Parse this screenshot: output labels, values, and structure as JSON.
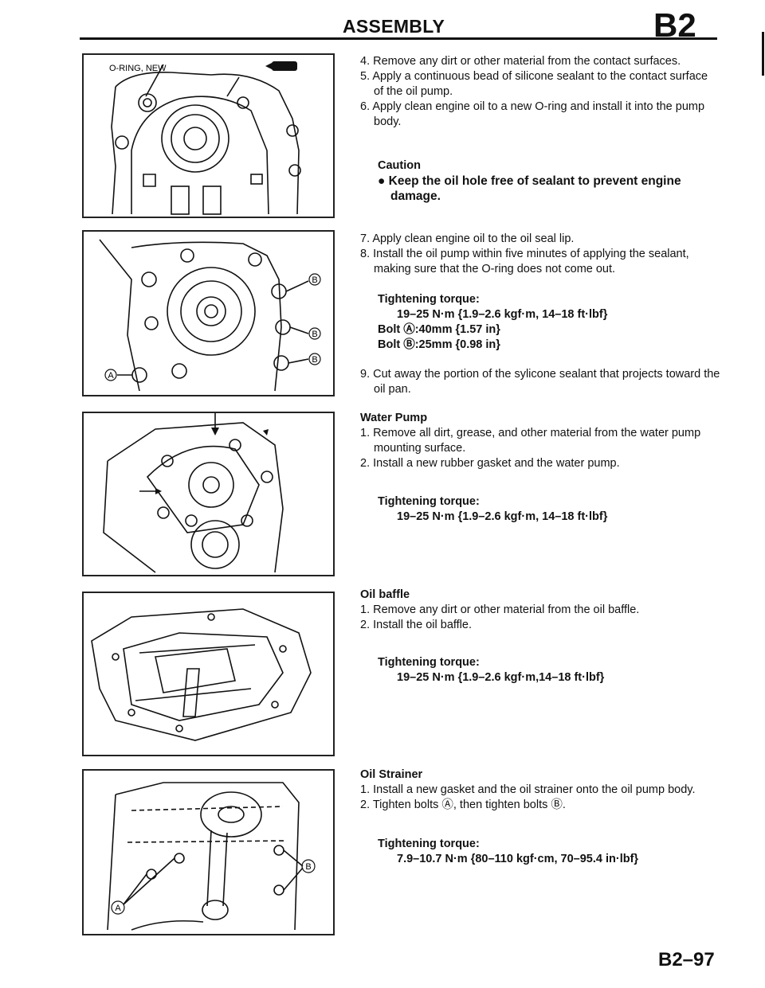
{
  "header": {
    "title": "ASSEMBLY",
    "code": "B2"
  },
  "figures": {
    "fig1": {
      "label": "O-RING, NEW"
    },
    "fig2": {
      "callouts": [
        "A",
        "B"
      ]
    },
    "fig5": {
      "callouts": [
        "A",
        "B"
      ]
    }
  },
  "oil_pump": {
    "steps": [
      "4. Remove any dirt or other material from the contact surfaces.",
      "5. Apply a continuous bead of silicone sealant to the contact surface of the oil pump.",
      "6. Apply clean engine oil to a new O-ring and install it into the pump body."
    ],
    "caution_heading": "Caution",
    "caution_text": "Keep the oil hole free of sealant to prevent engine damage.",
    "steps2": [
      "7. Apply clean engine oil to the oil seal lip.",
      "8. Install the oil pump within five minutes of applying the sealant, making sure that the O-ring does not come out."
    ],
    "torque_heading": "Tightening torque:",
    "torque_value": "19–25 N·m {1.9–2.6 kgf·m, 14–18 ft·lbf}",
    "bolt_a": "Bolt Ⓐ:40mm {1.57 in}",
    "bolt_b": "Bolt Ⓑ:25mm {0.98 in}",
    "step9": "9. Cut away the portion of the sylicone sealant that projects toward the oil pan."
  },
  "water_pump": {
    "heading": "Water Pump",
    "steps": [
      "1. Remove all dirt, grease, and other material from the water pump mounting surface.",
      "2. Install a new rubber gasket and the water pump."
    ],
    "torque_heading": "Tightening torque:",
    "torque_value": "19–25 N·m {1.9–2.6 kgf·m, 14–18 ft·lbf}"
  },
  "oil_baffle": {
    "heading": "Oil baffle",
    "steps": [
      "1. Remove any dirt or other material from the oil baffle.",
      "2. Install the oil baffle."
    ],
    "torque_heading": "Tightening torque:",
    "torque_value": "19–25 N·m {1.9–2.6 kgf·m,14–18 ft·lbf}"
  },
  "oil_strainer": {
    "heading": "Oil Strainer",
    "steps": [
      "1. Install a new gasket and the oil strainer onto the oil pump body.",
      "2. Tighten bolts Ⓐ, then tighten bolts Ⓑ."
    ],
    "torque_heading": "Tightening torque:",
    "torque_value": "7.9–10.7 N·m {80–110 kgf·cm, 70–95.4 in·lbf}"
  },
  "footer": {
    "page": "B2–97"
  }
}
